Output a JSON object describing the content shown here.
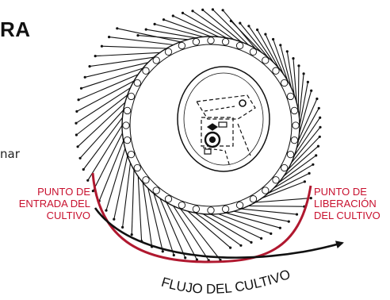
{
  "fragments": {
    "top_left": "RA",
    "mid_left": "nar"
  },
  "labels": {
    "entry": [
      "PUNTO DE",
      "ENTRADA DEL",
      "CULTIVO"
    ],
    "release": [
      "PUNTO DE",
      "LIBERACIÓN",
      "DEL CULTIVO"
    ],
    "flow": "FLUJO DEL CULTIVO"
  },
  "colors": {
    "label_red": "#c8102e",
    "highlight_path": "#b0182f",
    "line": "#111111"
  },
  "tine_count": 72
}
